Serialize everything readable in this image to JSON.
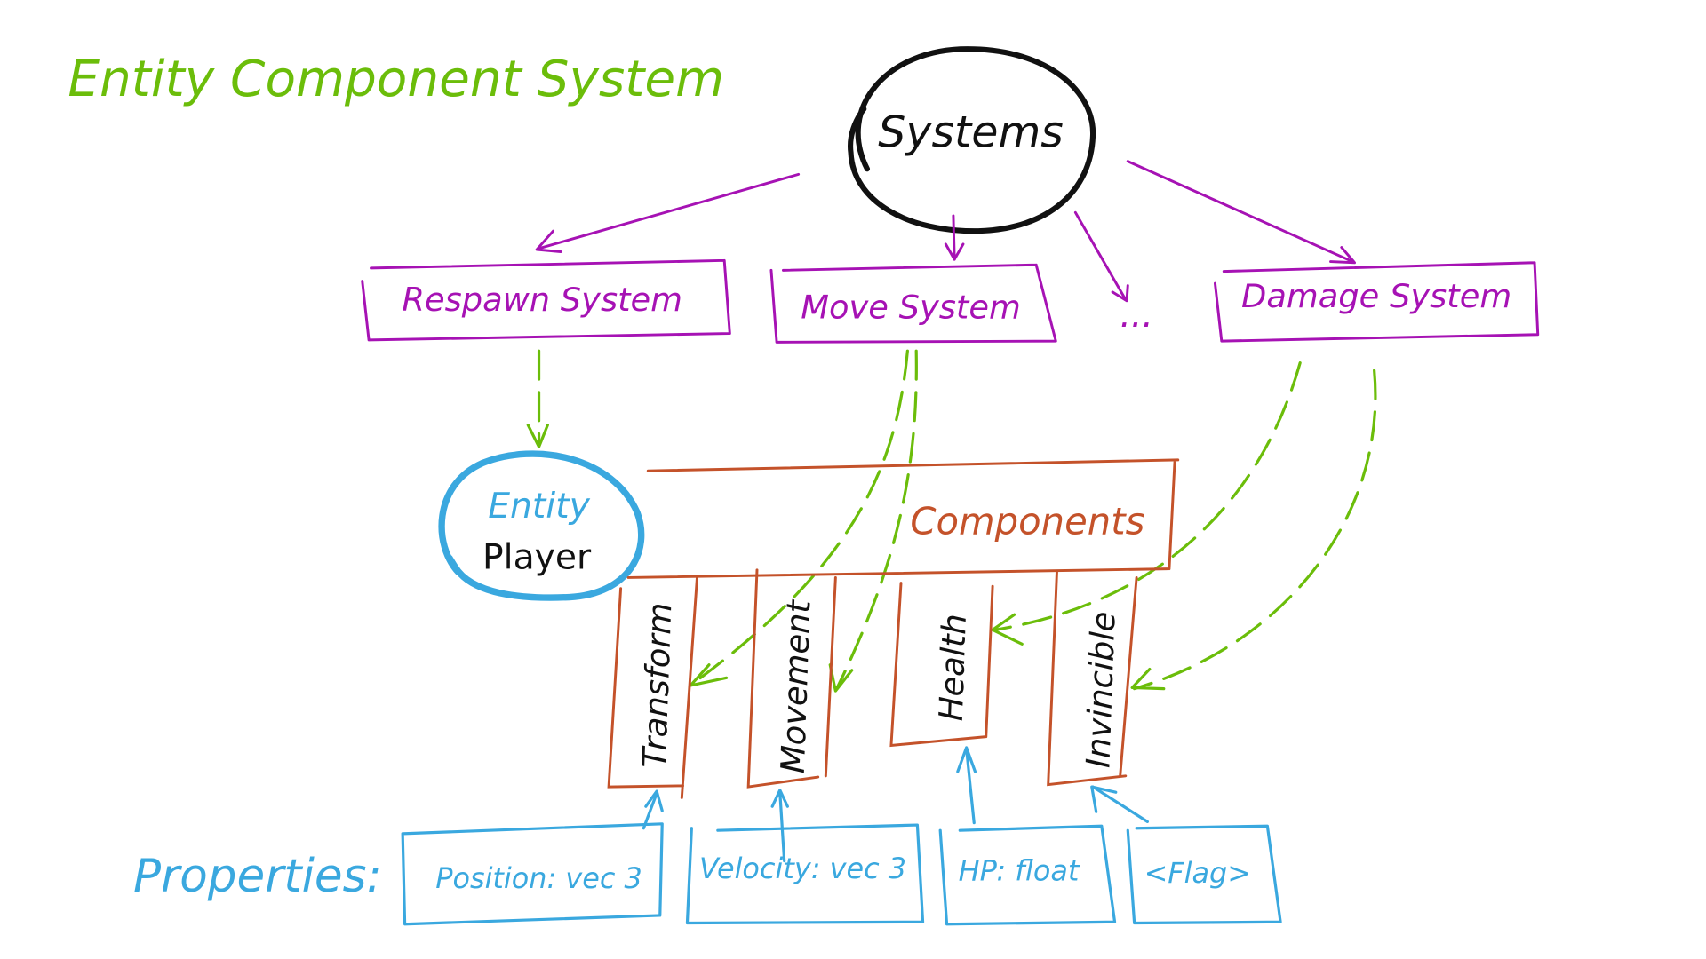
{
  "title": "Entity Component System",
  "systems_node": "Systems",
  "systems": [
    {
      "label": "Respawn System"
    },
    {
      "label": "Move System"
    },
    {
      "label": "..."
    },
    {
      "label": "Damage System"
    }
  ],
  "entity": {
    "type_label": "Entity",
    "name": "Player"
  },
  "components_label": "Components",
  "components": [
    {
      "label": "Transform"
    },
    {
      "label": "Movement"
    },
    {
      "label": "Health"
    },
    {
      "label": "Invincible"
    }
  ],
  "properties_label": "Properties:",
  "properties": [
    {
      "label": "Position: vec 3"
    },
    {
      "label": "Velocity: vec 3"
    },
    {
      "label": "HP: float"
    },
    {
      "label": "<Flag>"
    }
  ],
  "colors": {
    "title": "#6bbd0a",
    "systems": "#a612b4",
    "entity": "#3aa8df",
    "components": "#c4522a",
    "arrows_dashed": "#6bbd0a",
    "systems_node": "#111111"
  }
}
